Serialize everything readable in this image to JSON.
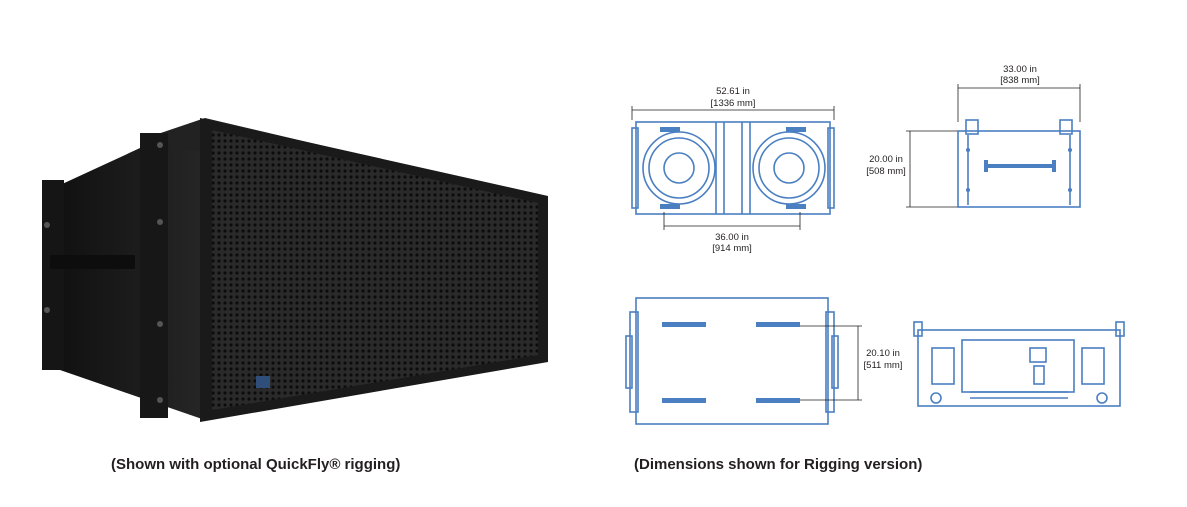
{
  "captions": {
    "photo": "(Shown with optional QuickFly® rigging)",
    "dimensions": "(Dimensions shown for Rigging version)"
  },
  "dimensions": {
    "front_width_in": "52.61 in",
    "front_width_mm": "[1336 mm]",
    "front_inner_in": "36.00 in",
    "front_inner_mm": "[914 mm]",
    "side_depth_in": "33.00 in",
    "side_depth_mm": "[838 mm]",
    "side_height_in": "20.00 in",
    "side_height_mm": "[508 mm]",
    "top_depth_in": "20.10 in",
    "top_depth_mm": "[511 mm]"
  },
  "colors": {
    "drawing_blue": "#4a7fc1",
    "cabinet_black": "#1a1a1a"
  }
}
